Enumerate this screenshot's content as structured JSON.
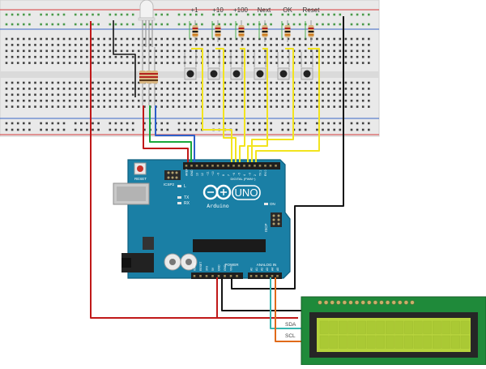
{
  "button_labels": [
    "+1",
    "+10",
    "+100",
    "Next",
    "OK",
    "Reset"
  ],
  "arduino": {
    "logo_text": "UNO",
    "brand_text": "Arduino",
    "reset_label": "RESET",
    "icsp2_label": "ICSP2",
    "icsp_label": "ISCP",
    "l_label": "L",
    "tx_label": "TX",
    "rx_label": "RX",
    "on_label": "ON",
    "digital_label": "DIGITAL (PWM~)",
    "power_label": "POWER",
    "analog_label": "ANALOG IN",
    "pin_labels_top": [
      "AREF",
      "GND",
      "13",
      "12",
      "~11",
      "~10",
      "~9",
      "8",
      "7",
      "~6",
      "~5",
      "4",
      "~3",
      "2",
      "TX 1",
      "RX 0"
    ],
    "pin_labels_power": [
      "IOREF",
      "RESET",
      "3V3",
      "5V",
      "GND",
      "GND",
      "VIN"
    ],
    "pin_labels_analog": [
      "A0",
      "A1",
      "A2",
      "A3",
      "A4",
      "A5"
    ]
  },
  "lcd": {
    "sda_label": "SDA",
    "scl_label": "SCL"
  },
  "colors": {
    "breadboard": "#e9e9e9",
    "rail_red": "#d83a3a",
    "rail_blue": "#3a66c8",
    "board": "#1a7fa5",
    "lcd_pcb": "#1f8a3a",
    "lcd_screen": "#b6d33c",
    "wire_red": "#c01818",
    "wire_black": "#151515",
    "wire_yellow": "#f2e41e",
    "wire_green": "#1aa83a",
    "wire_blue": "#2d5fc8",
    "wire_teal": "#38b6b0",
    "wire_orange": "#e06a1a"
  }
}
